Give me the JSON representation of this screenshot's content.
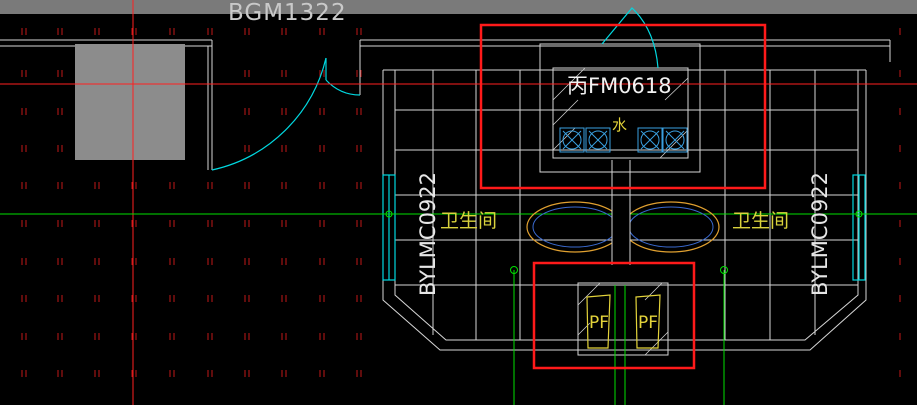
{
  "drawing": {
    "title": "BGM1322",
    "door_label": "丙FM0618",
    "room_label_shaft": "水",
    "room_label_left": "卫生间",
    "room_label_right": "卫生间",
    "vertical_label_left": "BYLMC0922",
    "vertical_label_right": "BYLMC0922",
    "pf_label_1": "PF",
    "pf_label_2": "PF"
  },
  "colors": {
    "background": "#000000",
    "top_bar": "#7a7a7a",
    "wall_lines": "#d6d6d6",
    "crosshair": "#ff2020",
    "axis_line": "#00e000",
    "door_arc": "#00d8e0",
    "highlight_box": "#ff1a1a",
    "grid_marks": "#c01818",
    "yellow_text": "#e3d33a",
    "gray_block": "#8c8c8c",
    "tub_outline": "#e0a030",
    "tub_inner": "#3a6ad0"
  },
  "icons": [
    "fixture-x-icon",
    "bathtub-icon",
    "node-circle-icon"
  ]
}
